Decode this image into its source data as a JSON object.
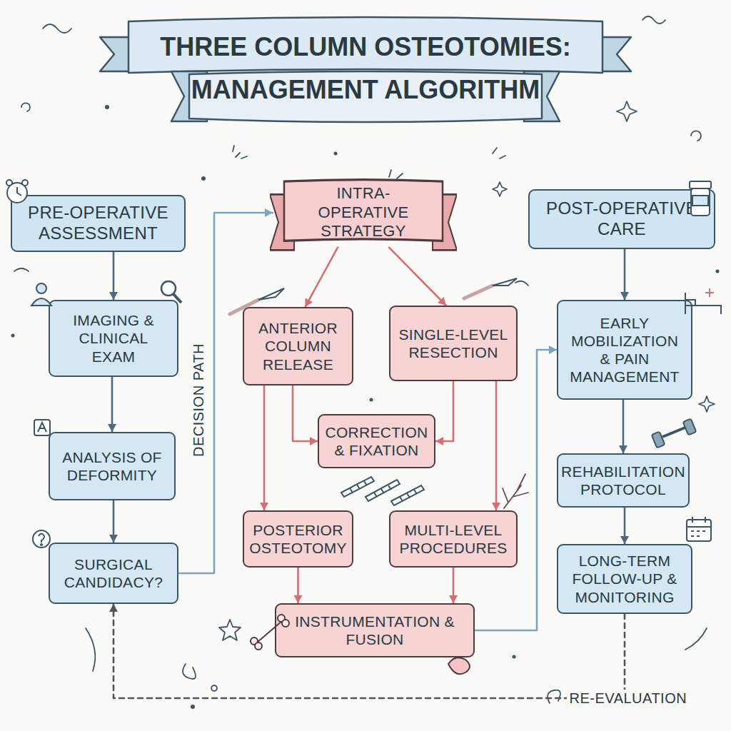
{
  "diagram": {
    "title": "THREE COLUMN OSTEOTOMIES: MANAGEMENT ALGORITHM",
    "nodes": [
      {
        "text": [
          "PRE-OPERATIVE ASSESSMENT"
        ]
      },
      {
        "text": [
          "IMAGING & CLINICAL EXAM"
        ]
      },
      {
        "text": [
          "ANALYSIS OF DEFORMITY"
        ]
      },
      {
        "text": [
          "SURGICAL CANDIDACY?"
        ]
      },
      {
        "text": [
          "INTRA-OPERATIVE STRATEGY"
        ]
      },
      {
        "text": [
          "ANTERIOR COLUMN RELEASE"
        ]
      },
      {
        "text": [
          "SINGLE-LEVEL RESECTION"
        ]
      },
      {
        "text": [
          "CORRECTION & FIXATION"
        ]
      },
      {
        "text": [
          "POSTERIOR OSTEOTOMY"
        ]
      },
      {
        "text": [
          "MULTI-LEVEL PROCEDURES"
        ]
      },
      {
        "text": [
          "INSTRUMENTATION & FUSION"
        ]
      },
      {
        "text": [
          "POST-OPERATIVE CARE"
        ]
      },
      {
        "text": [
          "EARLY MOBILIZATION & PAIN MANAGEMENT"
        ]
      },
      {
        "text": [
          "REHABILITATION PROTOCOL"
        ]
      },
      {
        "text": [
          "LONG-TERM FOLLOW-UP & MONITORING"
        ]
      }
    ],
    "edges": [
      {
        "from": 0,
        "to": 1,
        "arrow": "to"
      },
      {
        "from": 1,
        "to": 2,
        "arrow": "to"
      },
      {
        "from": 2,
        "to": 3,
        "arrow": "to"
      },
      {
        "from": 3,
        "to": 4,
        "label": "DECISION PATH",
        "arrow": "to"
      },
      {
        "from": 4,
        "to": 5,
        "arrow": "to"
      },
      {
        "from": 4,
        "to": 6,
        "arrow": "to"
      },
      {
        "from": 5,
        "to": 7,
        "arrow": "to"
      },
      {
        "from": 6,
        "to": 7,
        "arrow": "to"
      },
      {
        "from": 5,
        "to": 8,
        "arrow": "to"
      },
      {
        "from": 6,
        "to": 9,
        "arrow": "to"
      },
      {
        "from": 8,
        "to": 10,
        "arrow": "to"
      },
      {
        "from": 9,
        "to": 10,
        "arrow": "to"
      },
      {
        "from": 10,
        "to": 12,
        "arrow": "to"
      },
      {
        "from": 11,
        "to": 12,
        "arrow": "to"
      },
      {
        "from": 12,
        "to": 13,
        "arrow": "to"
      },
      {
        "from": 13,
        "to": 14,
        "arrow": "to"
      },
      {
        "from": 14,
        "to": 3,
        "label": "RE-EVALUATION",
        "arrow": "to"
      }
    ]
  }
}
